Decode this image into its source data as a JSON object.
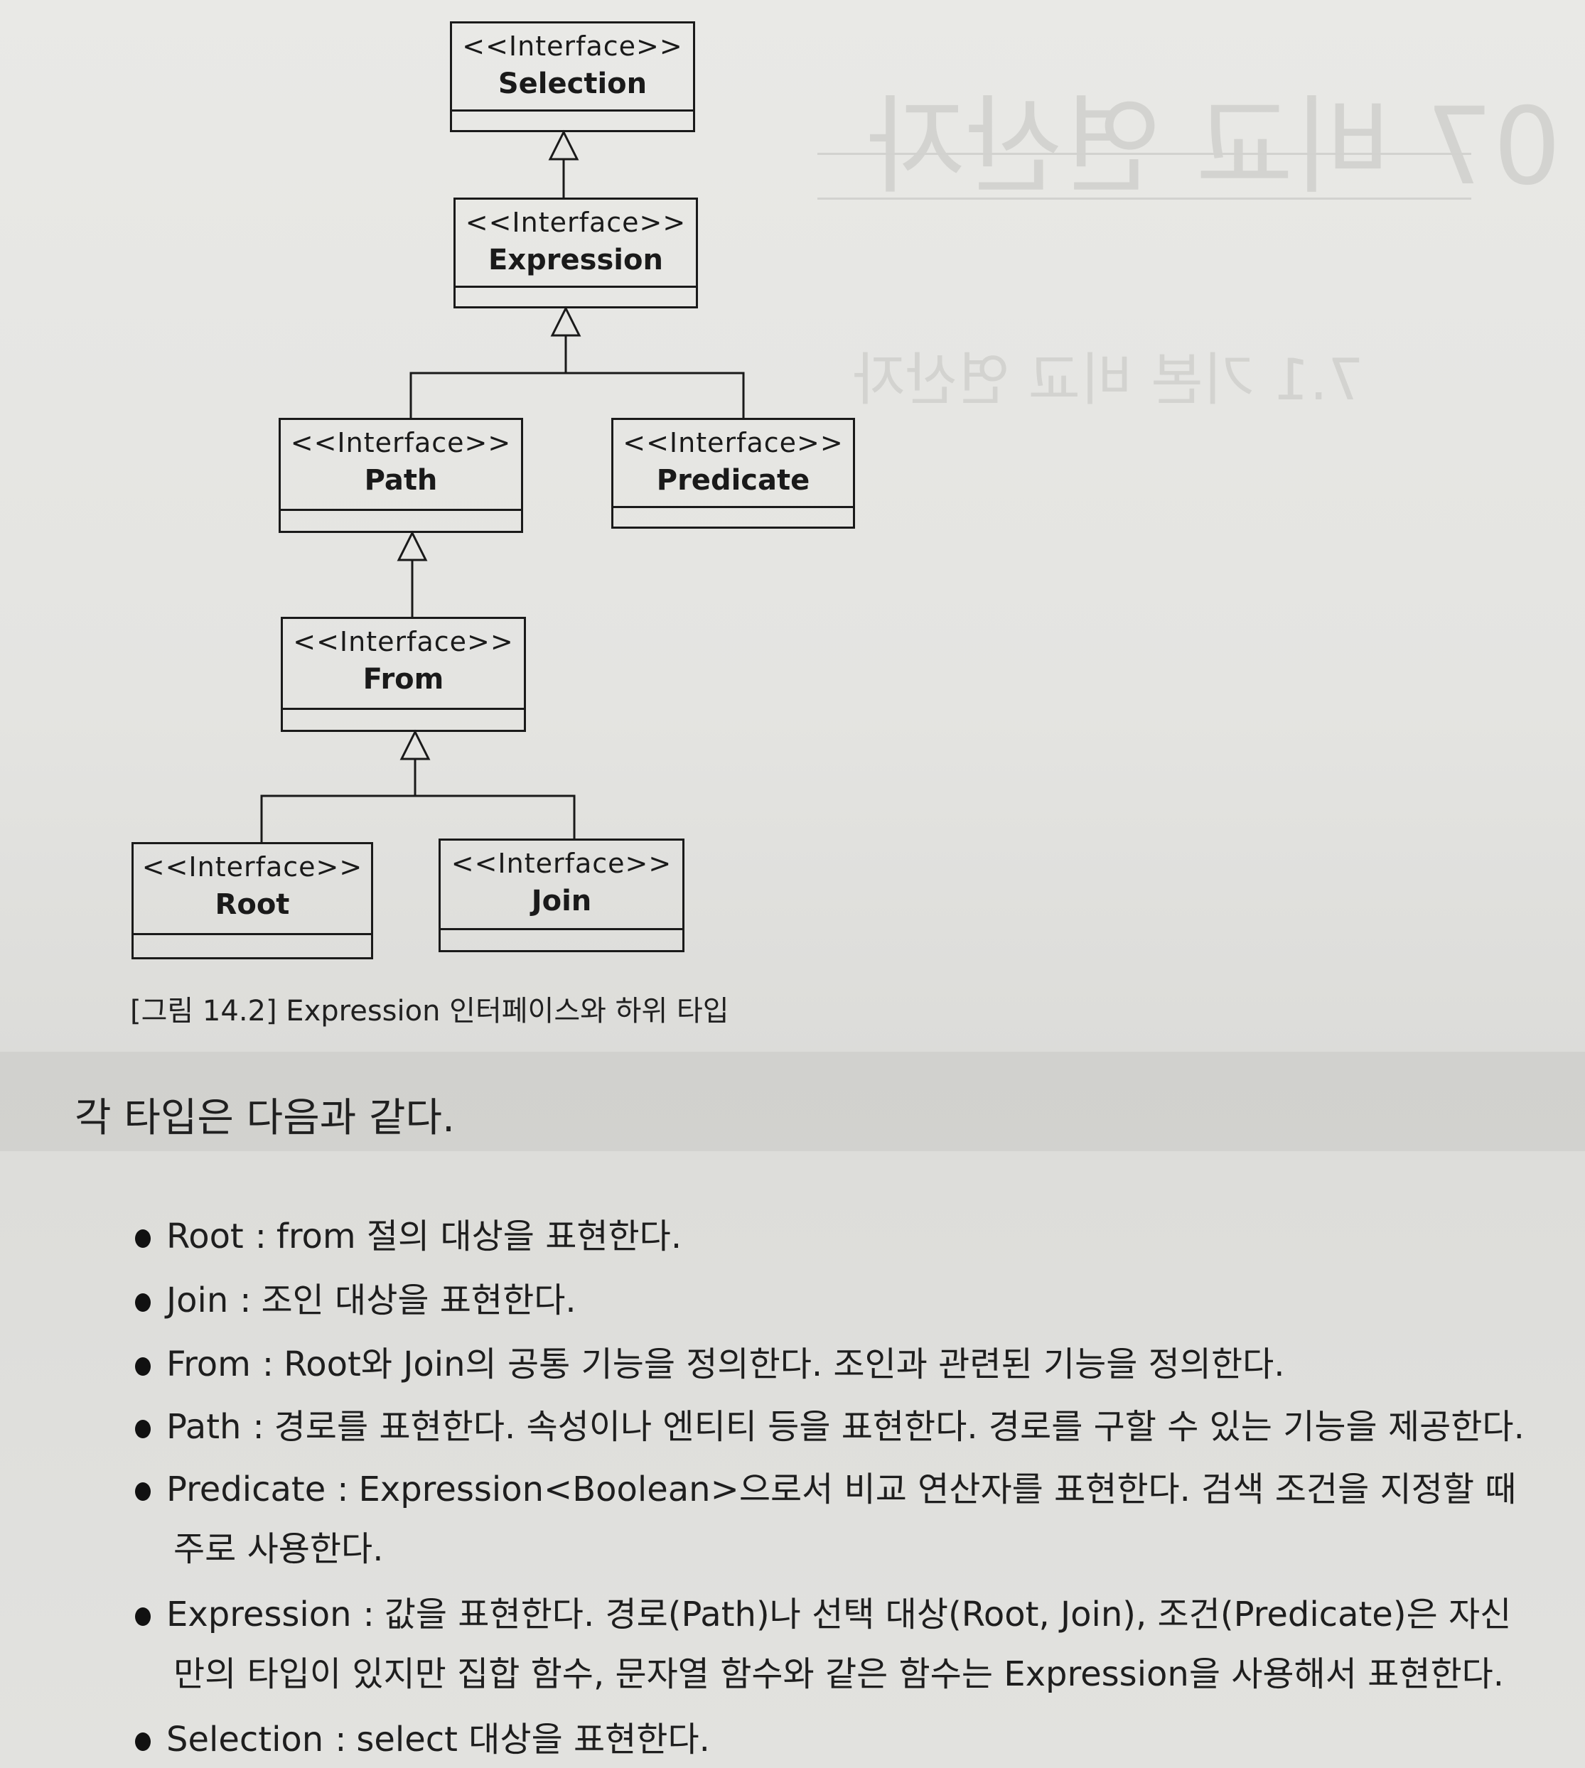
{
  "figure": {
    "nodes": [
      {
        "id": "selection",
        "stereotype": "<<Interface>>",
        "name": "Selection"
      },
      {
        "id": "expression",
        "stereotype": "<<Interface>>",
        "name": "Expression"
      },
      {
        "id": "path",
        "stereotype": "<<Interface>>",
        "name": "Path"
      },
      {
        "id": "predicate",
        "stereotype": "<<Interface>>",
        "name": "Predicate"
      },
      {
        "id": "from",
        "stereotype": "<<Interface>>",
        "name": "From"
      },
      {
        "id": "root",
        "stereotype": "<<Interface>>",
        "name": "Root"
      },
      {
        "id": "join",
        "stereotype": "<<Interface>>",
        "name": "Join"
      }
    ],
    "edges": [
      {
        "child": "Expression",
        "parent": "Selection",
        "type": "generalization"
      },
      {
        "child": "Path",
        "parent": "Expression",
        "type": "generalization"
      },
      {
        "child": "Predicate",
        "parent": "Expression",
        "type": "generalization"
      },
      {
        "child": "From",
        "parent": "Path",
        "type": "generalization"
      },
      {
        "child": "Root",
        "parent": "From",
        "type": "generalization"
      },
      {
        "child": "Join",
        "parent": "From",
        "type": "generalization"
      }
    ],
    "caption": "[그림 14.2] Expression 인터페이스와 하위 타입"
  },
  "body": {
    "intro": "각 타입은 다음과 같다.",
    "bullets": [
      {
        "term": "Root",
        "sep": ":",
        "text": "from 절의 대상을 표현한다."
      },
      {
        "term": "Join",
        "sep": ":",
        "text": "조인 대상을 표현한다."
      },
      {
        "term": "From",
        "sep": ":",
        "text": "Root와 Join의 공통 기능을 정의한다. 조인과 관련된 기능을 정의한다."
      },
      {
        "term": "Path",
        "sep": ":",
        "text": "경로를 표현한다. 속성이나 엔티티 등을 표현한다. 경로를 구할 수 있는 기능을 제공한다."
      },
      {
        "term": "Predicate",
        "sep": ":",
        "text": "Expression<Boolean>으로서 비교 연산자를 표현한다. 검색 조건을 지정할 때",
        "cont": "주로 사용한다."
      },
      {
        "term": "Expression",
        "sep": ":",
        "text": "값을 표현한다. 경로(Path)나 선택 대상(Root, Join), 조건(Predicate)은 자신",
        "cont": "만의 타입이 있지만 집합 함수, 문자열 함수와 같은 함수는 Expression을 사용해서 표현한다."
      },
      {
        "term": "Selection",
        "sep": ":",
        "text": "select 대상을 표현한다."
      }
    ]
  }
}
